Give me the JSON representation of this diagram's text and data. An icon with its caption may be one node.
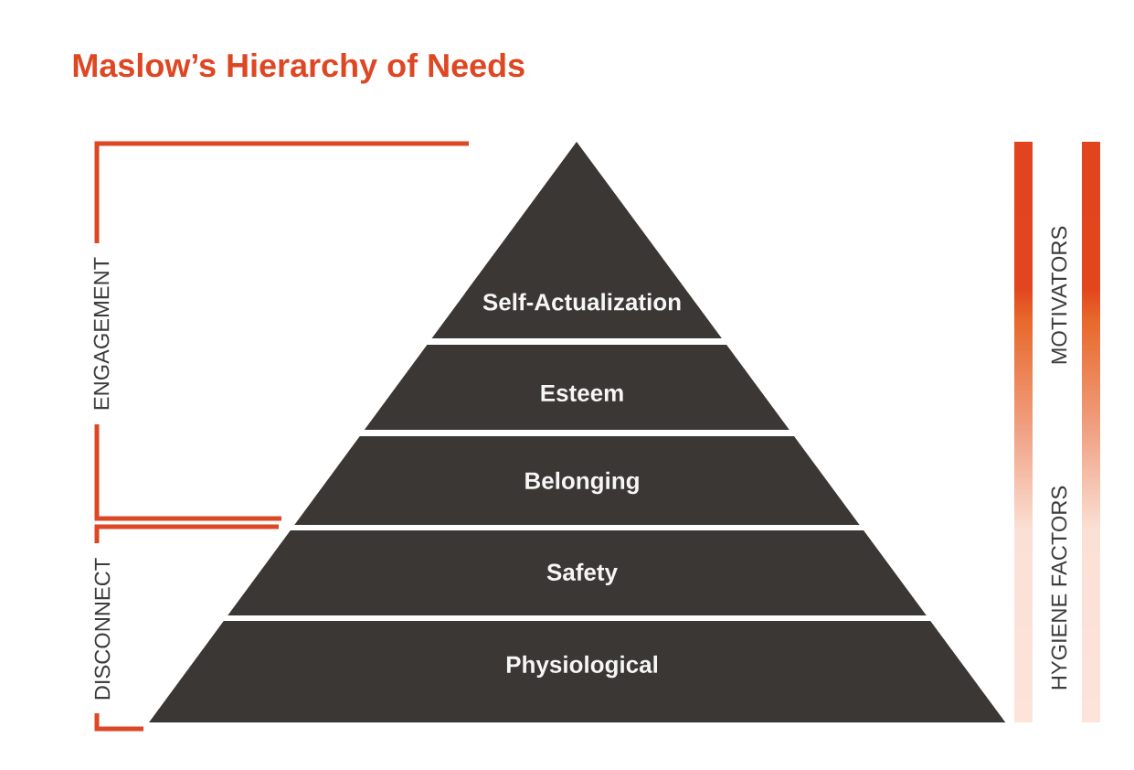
{
  "diagram": {
    "title": "Maslow’s Hierarchy of Needs",
    "nodes": [
      {
        "text": [
          "Self-Actualization"
        ]
      },
      {
        "text": [
          "Esteem"
        ]
      },
      {
        "text": [
          "Belonging"
        ]
      },
      {
        "text": [
          "Safety"
        ]
      },
      {
        "text": [
          "Physiological"
        ]
      }
    ],
    "labels": [
      "ENGAGEMENT",
      "DISCONNECT",
      "MOTIVATORS",
      "HYGIENE FACTORS"
    ]
  }
}
